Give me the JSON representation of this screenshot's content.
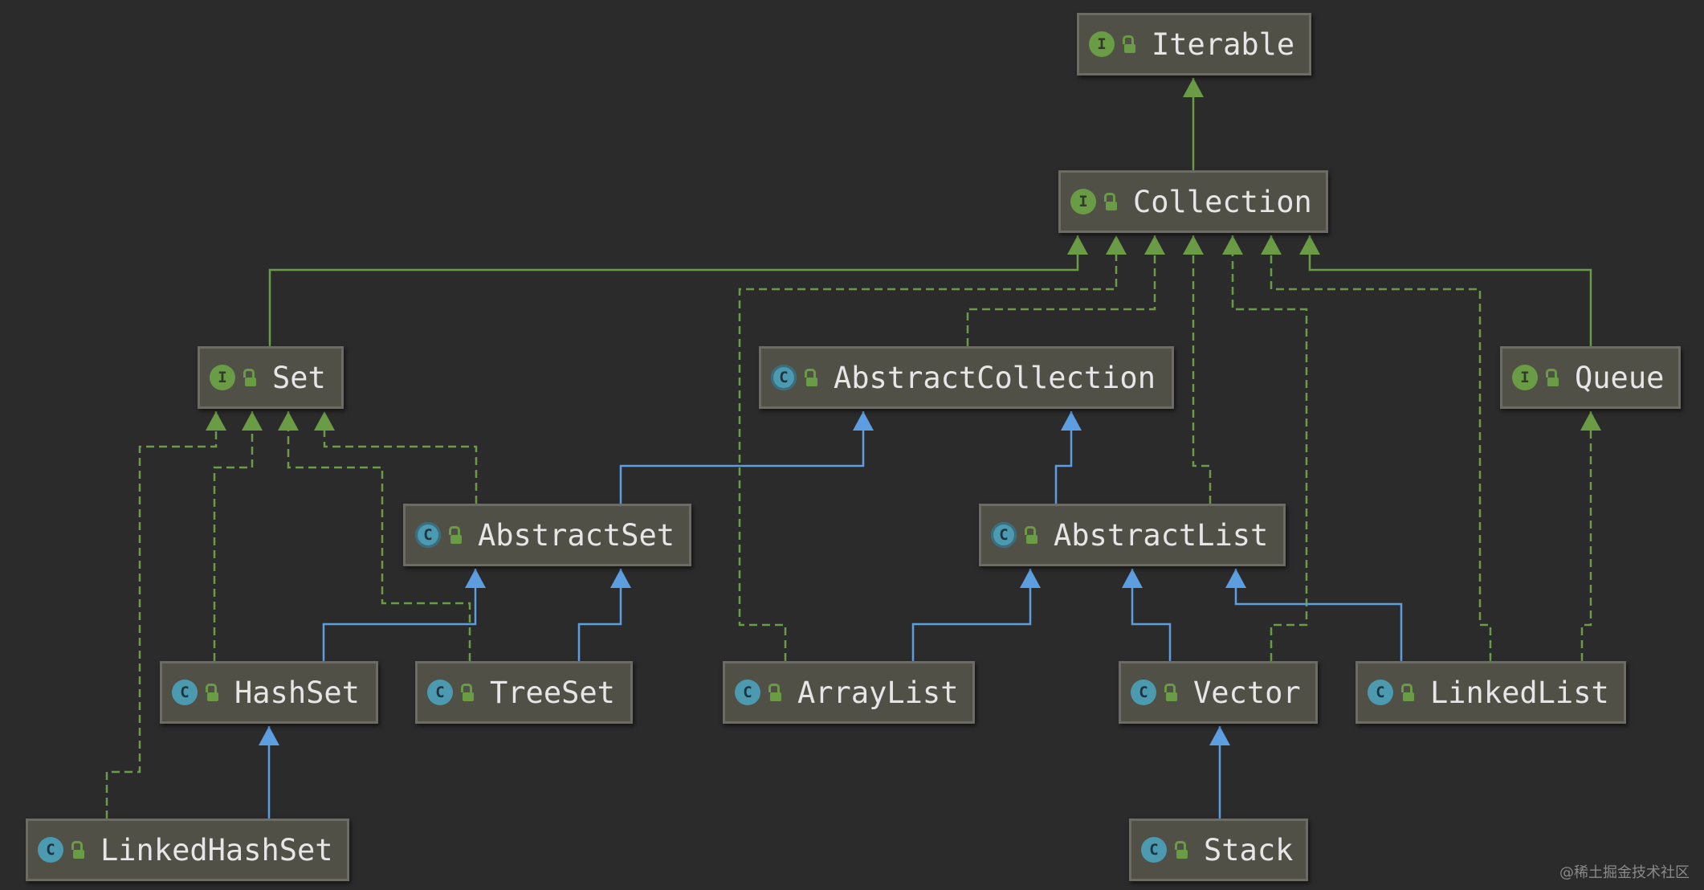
{
  "nodes": [
    {
      "id": "iterable",
      "label": "Iterable",
      "kind": "interface",
      "icon": "I"
    },
    {
      "id": "collection",
      "label": "Collection",
      "kind": "interface",
      "icon": "I"
    },
    {
      "id": "set",
      "label": "Set",
      "kind": "interface",
      "icon": "I"
    },
    {
      "id": "abstract-collection",
      "label": "AbstractCollection",
      "kind": "abstract",
      "icon": "C"
    },
    {
      "id": "queue",
      "label": "Queue",
      "kind": "interface",
      "icon": "I"
    },
    {
      "id": "abstract-set",
      "label": "AbstractSet",
      "kind": "abstract",
      "icon": "C"
    },
    {
      "id": "abstract-list",
      "label": "AbstractList",
      "kind": "abstract",
      "icon": "C"
    },
    {
      "id": "hash-set",
      "label": "HashSet",
      "kind": "class",
      "icon": "C"
    },
    {
      "id": "tree-set",
      "label": "TreeSet",
      "kind": "class",
      "icon": "C"
    },
    {
      "id": "array-list",
      "label": "ArrayList",
      "kind": "class",
      "icon": "C"
    },
    {
      "id": "vector",
      "label": "Vector",
      "kind": "class",
      "icon": "C"
    },
    {
      "id": "linked-list",
      "label": "LinkedList",
      "kind": "class",
      "icon": "C"
    },
    {
      "id": "linked-hash-set",
      "label": "LinkedHashSet",
      "kind": "class",
      "icon": "C"
    },
    {
      "id": "stack",
      "label": "Stack",
      "kind": "class",
      "icon": "C"
    }
  ],
  "edges": [
    {
      "from": "collection",
      "to": "iterable",
      "relation": "extends"
    },
    {
      "from": "set",
      "to": "collection",
      "relation": "extends"
    },
    {
      "from": "queue",
      "to": "collection",
      "relation": "extends"
    },
    {
      "from": "abstract-collection",
      "to": "collection",
      "relation": "implements"
    },
    {
      "from": "array-list",
      "to": "collection",
      "relation": "implements"
    },
    {
      "from": "abstract-list",
      "to": "collection",
      "relation": "implements"
    },
    {
      "from": "vector",
      "to": "collection",
      "relation": "implements"
    },
    {
      "from": "linked-list",
      "to": "collection",
      "relation": "implements"
    },
    {
      "from": "abstract-set",
      "to": "abstract-collection",
      "relation": "class-extends"
    },
    {
      "from": "abstract-list",
      "to": "abstract-collection",
      "relation": "class-extends"
    },
    {
      "from": "linked-hash-set",
      "to": "set",
      "relation": "implements"
    },
    {
      "from": "hash-set",
      "to": "set",
      "relation": "implements"
    },
    {
      "from": "tree-set",
      "to": "set",
      "relation": "implements"
    },
    {
      "from": "abstract-set",
      "to": "set",
      "relation": "implements"
    },
    {
      "from": "hash-set",
      "to": "abstract-set",
      "relation": "class-extends"
    },
    {
      "from": "tree-set",
      "to": "abstract-set",
      "relation": "class-extends"
    },
    {
      "from": "array-list",
      "to": "abstract-list",
      "relation": "class-extends"
    },
    {
      "from": "vector",
      "to": "abstract-list",
      "relation": "class-extends"
    },
    {
      "from": "linked-list",
      "to": "abstract-list",
      "relation": "class-extends"
    },
    {
      "from": "linked-list",
      "to": "queue",
      "relation": "implements"
    },
    {
      "from": "linked-hash-set",
      "to": "hash-set",
      "relation": "class-extends"
    },
    {
      "from": "stack",
      "to": "vector",
      "relation": "class-extends"
    }
  ],
  "colors": {
    "background": "#2b2b2c",
    "interface_edge": "#6a9b45",
    "class_edge": "#5c9ee0",
    "node_fill": "#505047",
    "node_border": "#6c6c65",
    "text": "#e6e6e6"
  },
  "watermark": "@稀土掘金技术社区"
}
